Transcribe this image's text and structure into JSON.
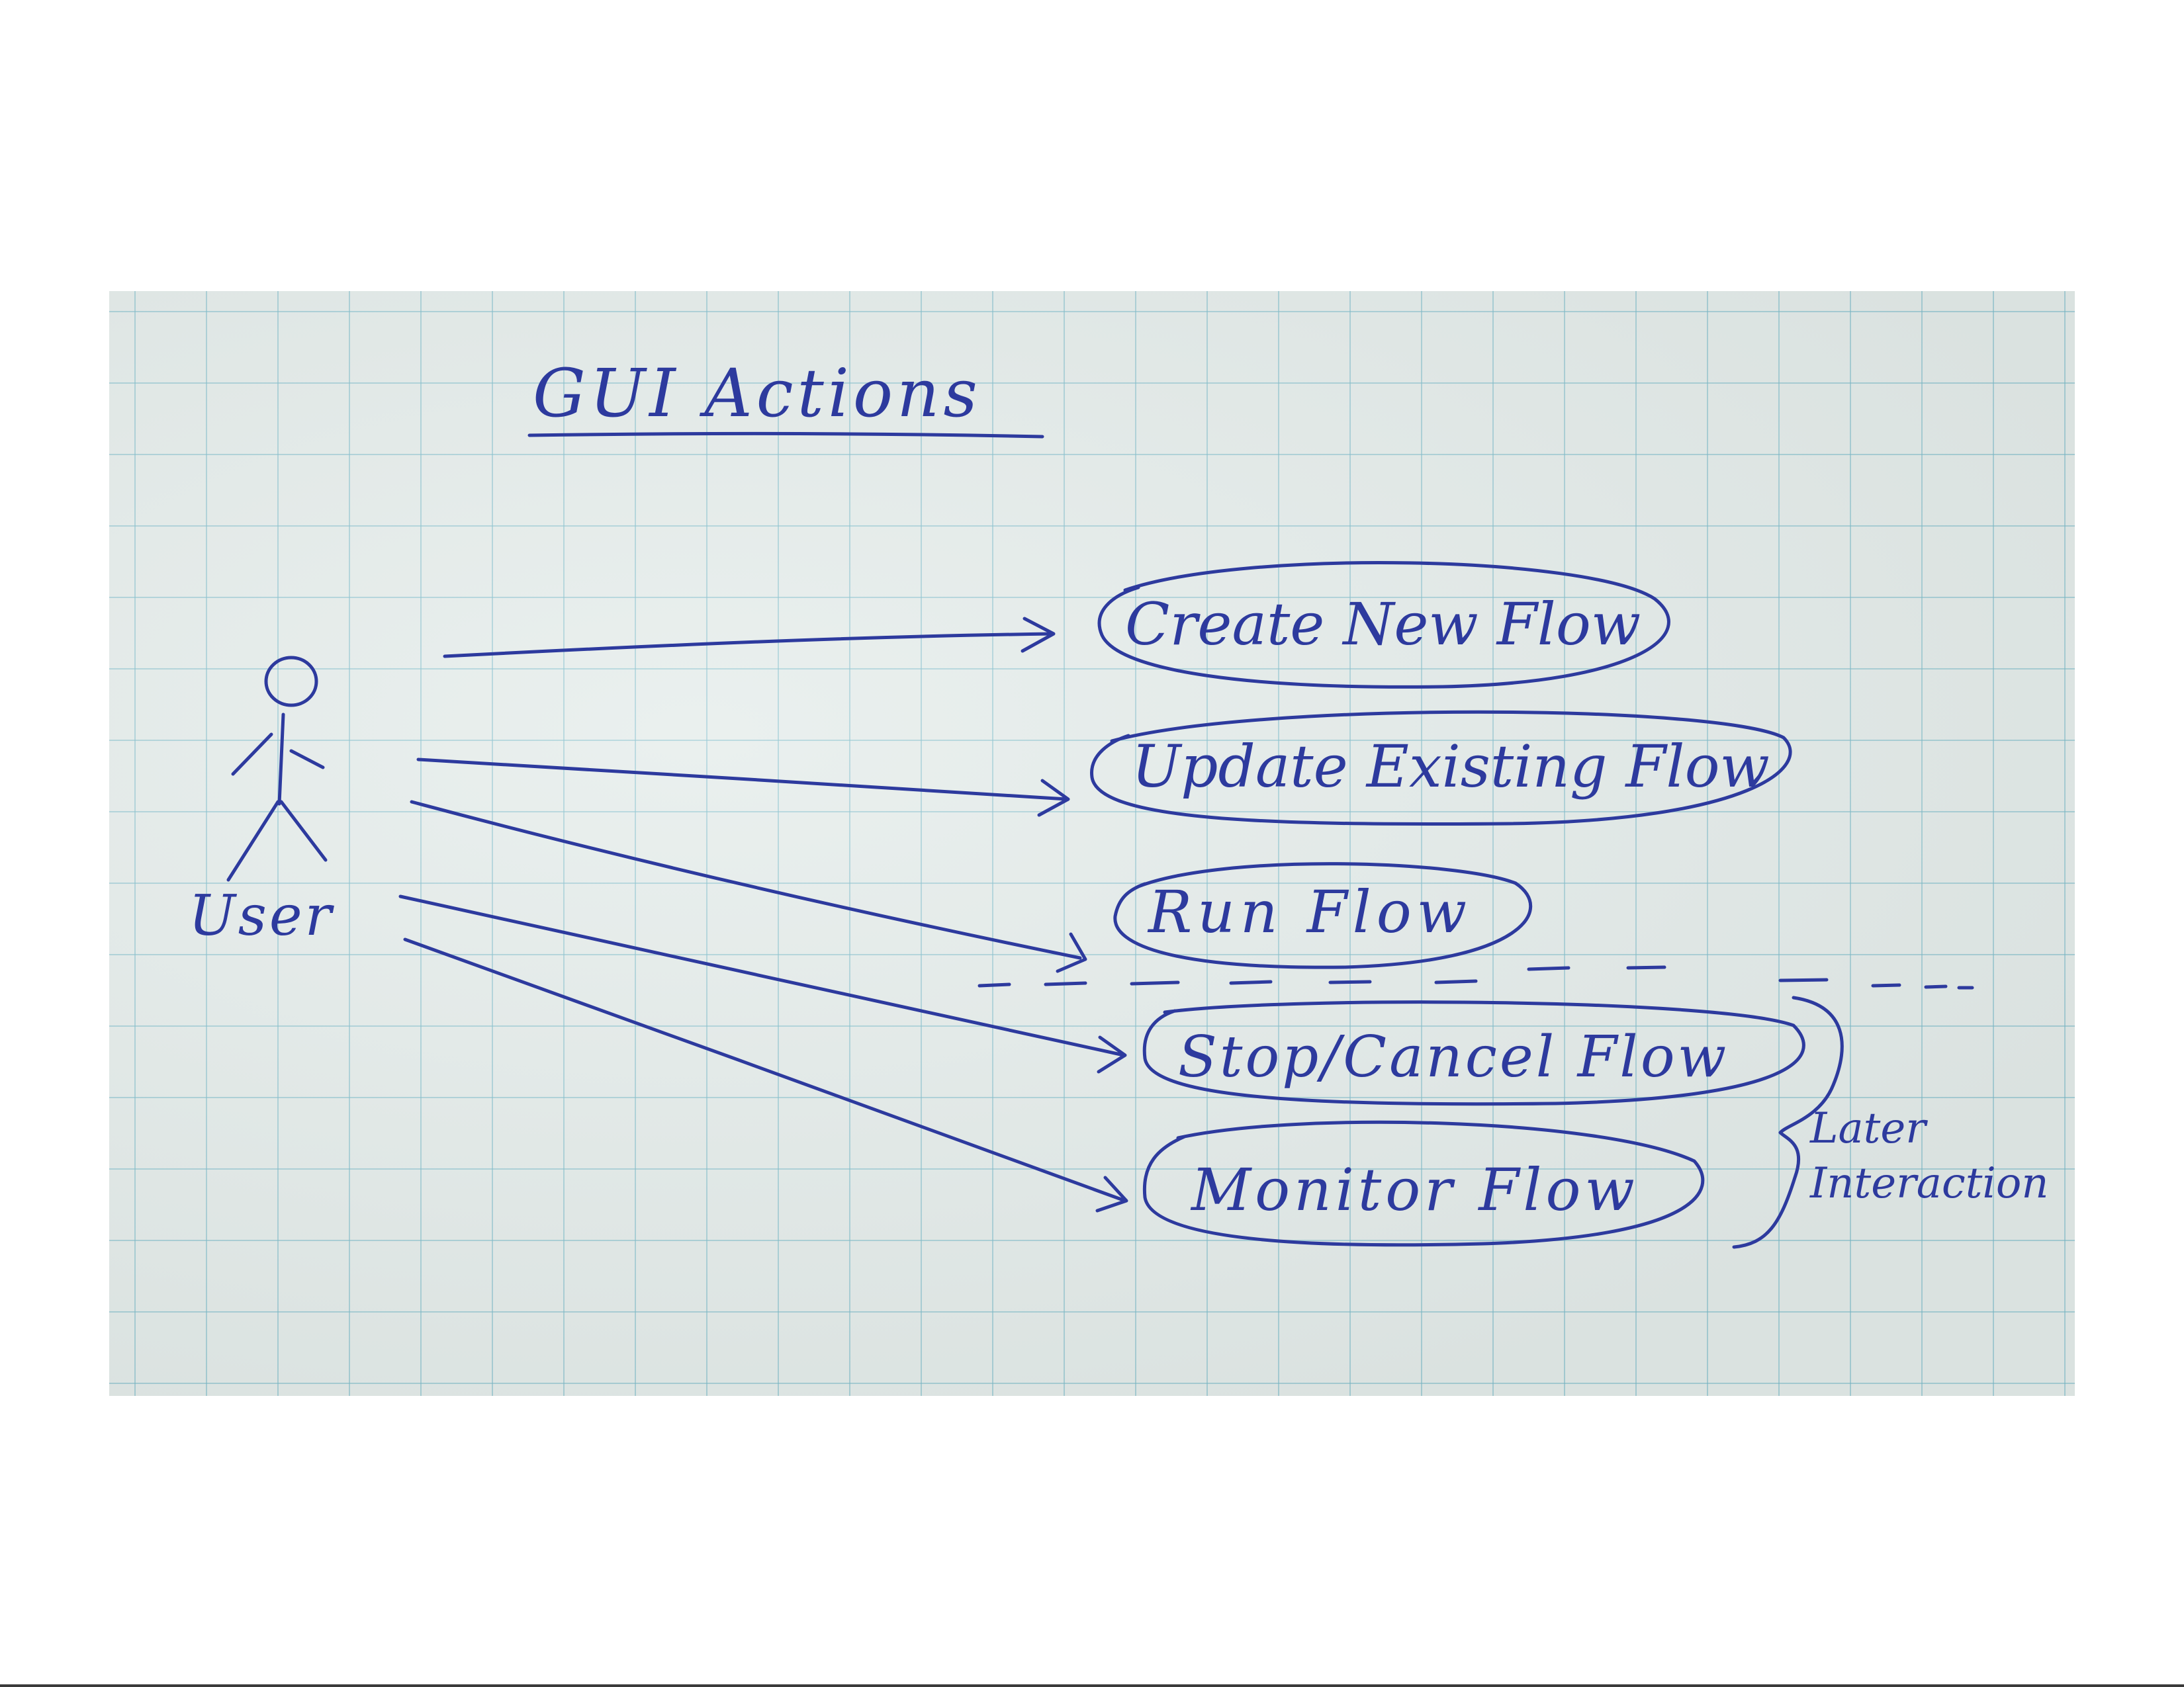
{
  "title": "GUI Actions",
  "actor": {
    "label": "User"
  },
  "use_cases": [
    {
      "label": "Create New Flow"
    },
    {
      "label": "Update Existing Flow"
    },
    {
      "label": "Run Flow"
    },
    {
      "label": "Stop/Cancel Flow"
    },
    {
      "label": "Monitor Flow"
    }
  ],
  "later_group": {
    "label": "Later Interaction"
  },
  "colors": {
    "ink": "#2d3a9e",
    "paper": "#e3ebe9",
    "grid": "#78b9c8"
  }
}
